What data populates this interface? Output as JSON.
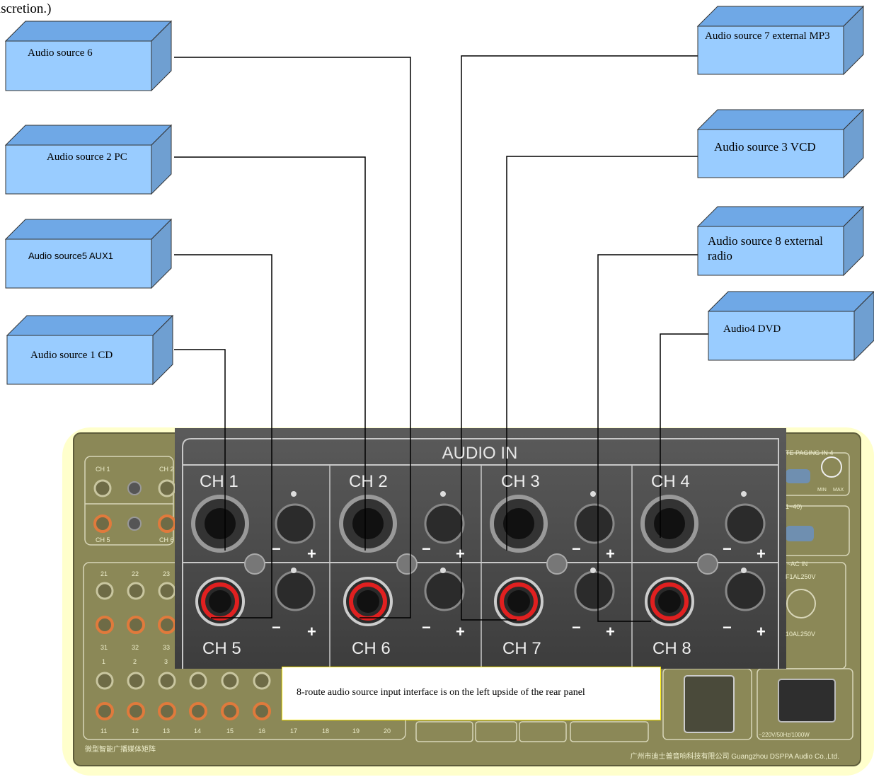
{
  "top_fragment": "iscretion.)",
  "sources": [
    {
      "id": "src6",
      "label": "Audio source 6"
    },
    {
      "id": "src2",
      "label": "Audio source 2 PC"
    },
    {
      "id": "src5",
      "label": "Audio source5 AUX1"
    },
    {
      "id": "src1",
      "label": "Audio source 1 CD"
    },
    {
      "id": "src7",
      "label": "Audio source 7 external MP3"
    },
    {
      "id": "src3",
      "label": "Audio source 3 VCD"
    },
    {
      "id": "src8",
      "label": "Audio source 8 external radio"
    },
    {
      "id": "src4",
      "label": "Audio4 DVD"
    }
  ],
  "panel": {
    "title": "AUDIO IN",
    "channels_top": [
      "CH 1",
      "CH 2",
      "CH 3",
      "CH 4"
    ],
    "channels_bottom": [
      "CH 5",
      "CH 6",
      "CH 7",
      "CH 8"
    ],
    "minus": "−",
    "plus": "+"
  },
  "rear_panel": {
    "small_channels": [
      "CH 1",
      "CH 2",
      "CH 5",
      "CH 6"
    ],
    "paging_label": "TE PAGING IN 4",
    "min": "MIN",
    "max": "MAX",
    "range_label": "1~40)",
    "ac_in": "~AC IN",
    "fuse1": "F1AL250V",
    "fuse2": "10AL250V",
    "power_rating": "~220V/50Hz/1000W",
    "row_top": [
      "21",
      "22",
      "23"
    ],
    "row_mid": [
      "31",
      "32",
      "33"
    ],
    "row_upper": [
      "1",
      "2",
      "3"
    ],
    "row_bottom": [
      "11",
      "12",
      "13",
      "14",
      "15",
      "16",
      "17",
      "18",
      "19",
      "20"
    ],
    "bottom_left_text": "微型智能广播媒体矩阵",
    "company": "广州市迪士普音响科技有限公司 Guangzhou DSPPA Audio Co.,Ltd."
  },
  "caption": "8-route audio source input interface is on the left upside of the rear panel",
  "colors": {
    "box_front": "#99ccff",
    "box_top": "#6fa8e6",
    "box_side": "#6f9fd1",
    "panel_dark": "#4a4a4a",
    "panel_olive": "#8d8a58",
    "glow": "#ffffcc",
    "rca_red": "#e02020"
  }
}
